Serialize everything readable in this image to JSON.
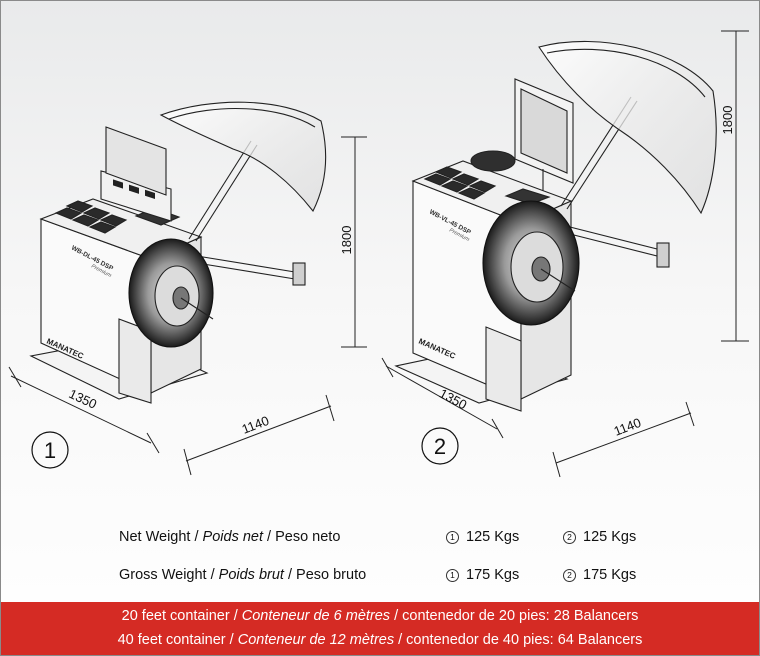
{
  "diagram": {
    "model_labels": [
      "WB-DL-45 DSP",
      "WB-VL-45 DSP"
    ],
    "sub_labels": [
      "Premium",
      "Premium"
    ],
    "brand": "MANATEC",
    "dimensions": {
      "height": "1800",
      "width": "1350",
      "depth": "1140"
    },
    "machine_numbers": [
      "1",
      "2"
    ]
  },
  "specs": {
    "net": {
      "label_en": "Net Weight / ",
      "label_fr": "Poids net",
      "label_es": "  / Peso neto",
      "m1": "1",
      "v1": "125 Kgs",
      "m2": "2",
      "v2": "125 Kgs"
    },
    "gross": {
      "label_en": "Gross Weight / ",
      "label_fr": "Poids brut",
      "label_es": " / Peso bruto",
      "m1": "1",
      "v1": "175 Kgs",
      "m2": "2",
      "v2": "175 Kgs"
    }
  },
  "banner": {
    "line1_a": "20 feet container / ",
    "line1_b": "Conteneur de 6 mètres",
    "line1_c": " / contenedor de 20 pies:  28 Balancers",
    "line2_a": "40 feet container / ",
    "line2_b": "Conteneur de 12 mètres",
    "line2_c": " / contenedor de 40 pies:  64 Balancers"
  }
}
